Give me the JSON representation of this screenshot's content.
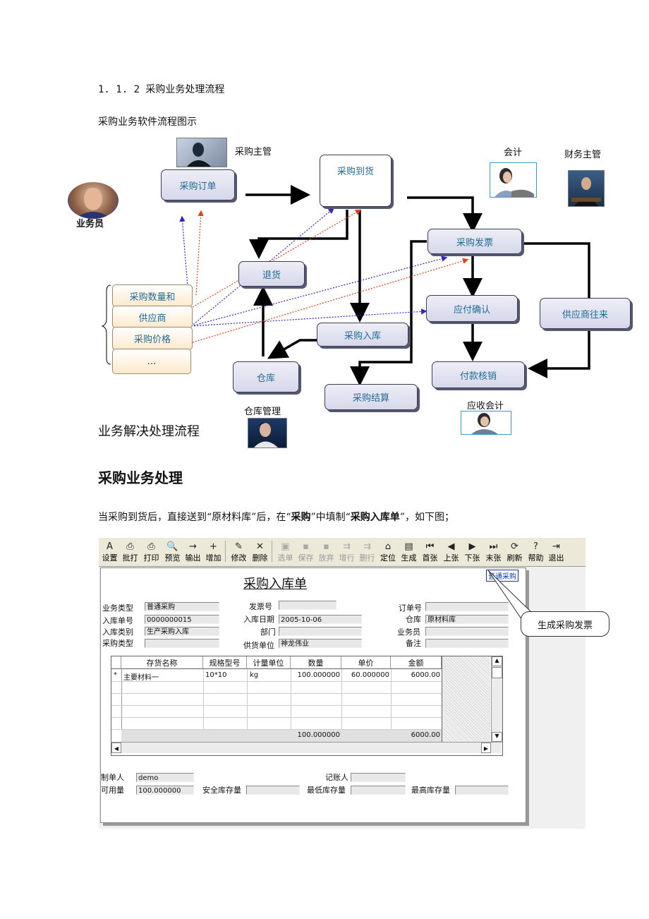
{
  "heading_section": "1. 1. 2  采购业务处理流程",
  "subheading_flow": "采购业务软件流程图示",
  "flowchart": {
    "people": {
      "purchase_manager": "采购主管",
      "salesperson": "业务员",
      "accountant": "会计",
      "finance_manager": "财务主管",
      "warehouse_manager": "仓库管理",
      "receivable_accountant": "应收会计"
    },
    "boxes": {
      "purchase_order": "采购订单",
      "arrival": "采购到货",
      "invoice": "采购发票",
      "returns": "退货",
      "payable_confirm": "应付确认",
      "supplier_account": "供应商往来",
      "inbound": "采购入库",
      "warehouse": "仓库",
      "payment_writeoff": "付款核销",
      "settlement": "采购结算"
    },
    "list": [
      "采购数量和",
      "供应商",
      "采购价格",
      "…"
    ]
  },
  "flow_caption": "业务解决处理流程",
  "section_title": "采购业务处理",
  "paragraph_parts": [
    "当采购到货后，直接送到“原材料库”后，在“",
    "采购",
    "”中填制“",
    "采购入库单",
    "”，如下图；"
  ],
  "window": {
    "toolbar": [
      "设置",
      "批打",
      "打印",
      "预览",
      "输出",
      "增加",
      "修改",
      "删除",
      "选单",
      "保存",
      "放弃",
      "增行",
      "删行",
      "定位",
      "生成",
      "首张",
      "上张",
      "下张",
      "末张",
      "刷新",
      "帮助",
      "退出"
    ],
    "toolbar_icons": [
      "A",
      "⎙",
      "⎙",
      "🔍",
      "→",
      "+",
      "✎",
      "✕",
      "▣",
      "▪",
      "▪",
      "⇉",
      "⇉",
      "⌂",
      "▤",
      "⏮",
      "◀",
      "▶",
      "⏭",
      "⟳",
      "?",
      "⇥"
    ],
    "form_title": "采购入库单",
    "tag": "普通采购",
    "callout": "生成采购发票",
    "fields": {
      "biz_type_label": "业务类型",
      "biz_type": "普通采购",
      "invoice_no_label": "发票号",
      "invoice_no": "",
      "order_no_label": "订单号",
      "order_no": "",
      "inbound_no_label": "入库单号",
      "inbound_no": "0000000015",
      "inbound_date_label": "入库日期",
      "inbound_date": "2005-10-06",
      "warehouse_label": "仓库",
      "warehouse": "原材料库",
      "inbound_cat_label": "入库类别",
      "inbound_cat": "生产采购入库",
      "dept_label": "部门",
      "dept": "",
      "salesman_label": "业务员",
      "salesman": "",
      "purchase_type_label": "采购类型",
      "purchase_type": "",
      "supplier_label": "供货单位",
      "supplier": "神龙伟业",
      "remark_label": "备注",
      "remark": ""
    },
    "table": {
      "headers": [
        "存货名称",
        "规格型号",
        "计量单位",
        "数量",
        "单价",
        "金额"
      ],
      "rows": [
        [
          "主要材料一",
          "10*10",
          "kg",
          "100.000000",
          "60.000000",
          "6000.00"
        ]
      ],
      "row_marker": "*",
      "totals": {
        "quantity": "100.000000",
        "amount": "6000.00"
      }
    },
    "footer": {
      "maker_label": "制单人",
      "maker": "demo",
      "bookkeeper_label": "记账人",
      "bookkeeper": "",
      "available_label": "可用量",
      "available": "100.000000",
      "safety_label": "安全库存量",
      "safety": "",
      "min_label": "最低库存量",
      "min": "",
      "max_label": "最高库存量",
      "max": ""
    }
  }
}
